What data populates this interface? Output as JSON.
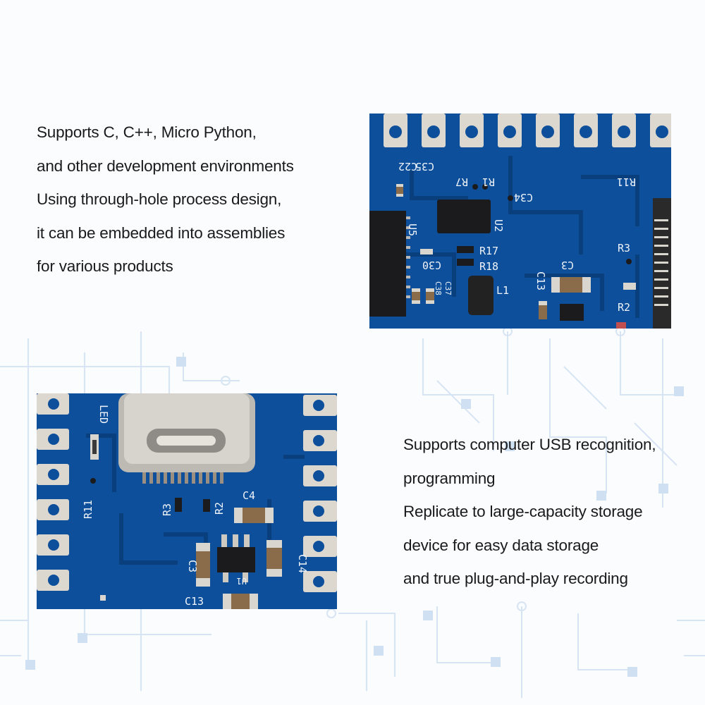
{
  "feature_text_top": {
    "lines": [
      "Supports C, C++, Micro Python,",
      "and other development environments",
      "Using through-hole process design,",
      "it can be embedded into assemblies",
      "for various products"
    ]
  },
  "feature_text_bottom": {
    "lines": [
      "Supports computer USB recognition,",
      "programming",
      "Replicate to large-capacity storage",
      "device for easy data storage",
      "and true plug-and-play recording"
    ]
  },
  "board_top_silkscreen": {
    "c35": "C35",
    "c22": "C22",
    "r7": "R7",
    "r1": "R1",
    "c34": "C34",
    "r11": "R11",
    "u5": "U5",
    "u2": "U2",
    "r17": "R17",
    "r18": "R18",
    "c30": "C30",
    "c37": "C37",
    "c38": "C38",
    "l1": "L1",
    "c13": "C13",
    "c3": "C3",
    "r3": "R3",
    "r2": "R2"
  },
  "board_bottom_silkscreen": {
    "led": "LED",
    "r11": "R11",
    "r3": "R3",
    "r2": "R2",
    "c4": "C4",
    "c3": "C3",
    "c14": "C14",
    "c13": "C13",
    "u1": "U1"
  },
  "colors": {
    "pcb_blue": "#0d4f9a",
    "pad_silver": "#d9d6cf",
    "chip_black": "#1b1b1d",
    "background_circuit": "#cfe0f3"
  }
}
